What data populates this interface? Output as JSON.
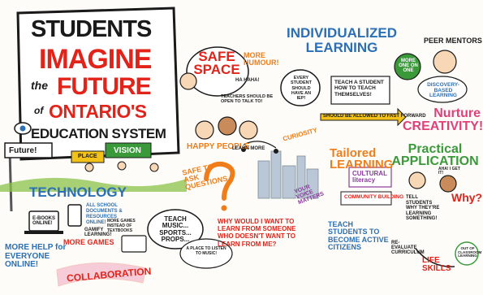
{
  "title": {
    "line1": "STUDENTS",
    "line2": "IMAGINE",
    "line3a": "the",
    "line3b": "FUTURE",
    "line4a": "of",
    "line4b": "ONTARIO'S",
    "line5": "EDUCATION SYSTEM"
  },
  "signs": {
    "future": "Future!",
    "vision": "VISION",
    "place": "PLACE"
  },
  "safe_space": {
    "heading": "SAFE SPACE",
    "more_humour": "MORE HUMOUR!",
    "ha": "HA HAHA!",
    "teachers": "TEACHERS SHOULD BE OPEN TO TALK TO!",
    "happy_people": "HAPPY PEOPLE",
    "learn_more": "LEARN MORE"
  },
  "individualized": {
    "heading": "INDIVIDUALIZED LEARNING",
    "iep": "EVERY STUDENT SHOULD HAVE AN IEP!",
    "teach_student": "TEACH A STUDENT HOW TO TEACH THEMSELVES!",
    "fast_forward": "SHOULD BE ALLOWED TO FAST FORWARD",
    "curiosity": "CURIOSITY"
  },
  "peer": {
    "peer_mentors": "PEER MENTORS",
    "more_one_on_one": "MORE ONE ON ONE",
    "discovery": "DISCOVERY-BASED LEARNING",
    "nurture": "Nurture CREATIVITY!"
  },
  "technology": {
    "heading": "TECHNOLOGY",
    "ebooks": "E-BOOKS ONLINE!",
    "resources": "ALL SCHOOL DOCUMENTS & RESOURCES ONLINE!",
    "gamify": "GAMIFY LEARNING!",
    "more_games": "MORE GAMES",
    "more_games_instead": "MORE GAMES INSTEAD OF TEXTBOOKS",
    "more_help": "MORE HELP for EVERYONE ONLINE!",
    "collaboration": "COLLABORATION"
  },
  "ask": {
    "safe_to_ask": "SAFE TO ASK QUESTIONS",
    "question_mark": "?",
    "teach_music": "TEACH MUSIC... SPORTS... PROPS...",
    "listen_music": "A PLACE TO LISTEN TO MUSIC!",
    "why_learn": "WHY WOULD I WANT TO LEARN FROM SOMEONE WHO DOESN'T WANT TO LEARN FROM ME?",
    "your_voice": "YOUR VOICE MATTERS"
  },
  "tailored": {
    "heading": "Tailored LEARNING",
    "cultural": "CULTURAL literacy",
    "community": "COMMUNITY BUILDING",
    "active_citizens": "TEACH STUDENTS TO BECOME ACTIVE CITIZENS",
    "re_evaluate": "RE-EVALUATE CURRICULUM"
  },
  "practical": {
    "heading": "Practical APPLICATION",
    "why": "Why?",
    "tell_students": "TELL STUDENTS WHY THEY'RE LEARNING SOMETHING!",
    "life_skills": "LIFE SKILLS",
    "out_of_classroom": "OUT OF CLASSROOM LEARNING",
    "aha": "AHA! I GET IT!"
  },
  "colors": {
    "red": "#e2231a",
    "blue": "#2b6fb6",
    "green": "#3a9a3a",
    "orange": "#f07d1a",
    "purple": "#8a3b9c"
  }
}
